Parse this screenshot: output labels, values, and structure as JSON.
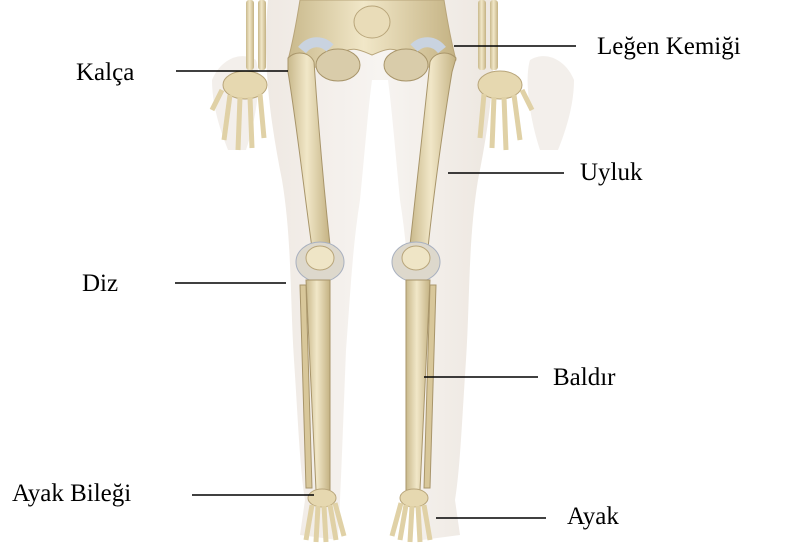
{
  "labels": {
    "kalca": "Kalça",
    "legen_kemigi": "Leğen Kemiği",
    "uyluk": "Uyluk",
    "diz": "Diz",
    "baldir": "Baldır",
    "ayak_bilegi": "Ayak Bileği",
    "ayak": "Ayak"
  },
  "colors": {
    "bone": "#e8dcb8",
    "bone_shadow": "#c9b98c",
    "cartilage": "#c9d3e0",
    "body_silhouette": "#f2eeea",
    "leader_line": "#000000"
  }
}
